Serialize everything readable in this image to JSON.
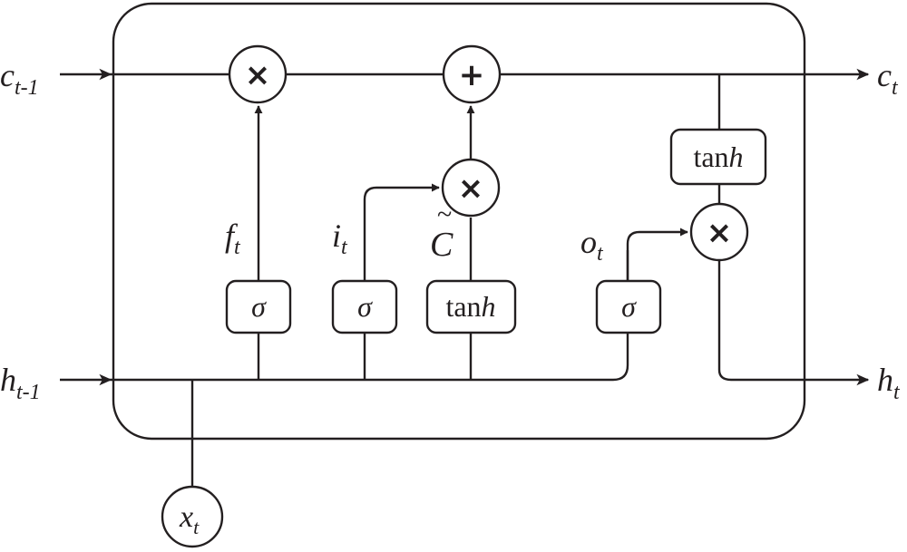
{
  "diagram": {
    "inputs": {
      "cell_prev": {
        "base": "c",
        "sub": "t-1"
      },
      "hidden_prev": {
        "base": "h",
        "sub": "t-1"
      },
      "input": {
        "base": "x",
        "sub": "t"
      }
    },
    "outputs": {
      "cell": {
        "base": "c",
        "sub": "t"
      },
      "hidden": {
        "base": "h",
        "sub": "t"
      }
    },
    "gates": {
      "forget": {
        "label": "f",
        "sub": "t",
        "activation": "σ"
      },
      "input": {
        "label": "i",
        "sub": "t",
        "activation": "σ"
      },
      "candidate": {
        "label": "C",
        "tilde": "~",
        "activation_pre": "tan",
        "activation_post": "h"
      },
      "output": {
        "label": "o",
        "sub": "t",
        "activation": "σ"
      }
    },
    "cell_output_activation": {
      "pre": "tan",
      "post": "h"
    },
    "operators": {
      "forget_multiply": "×",
      "cell_add": "+",
      "input_multiply": "×",
      "output_multiply": "×"
    },
    "colors": {
      "stroke": "#231f20",
      "background": "#ffffff"
    }
  }
}
